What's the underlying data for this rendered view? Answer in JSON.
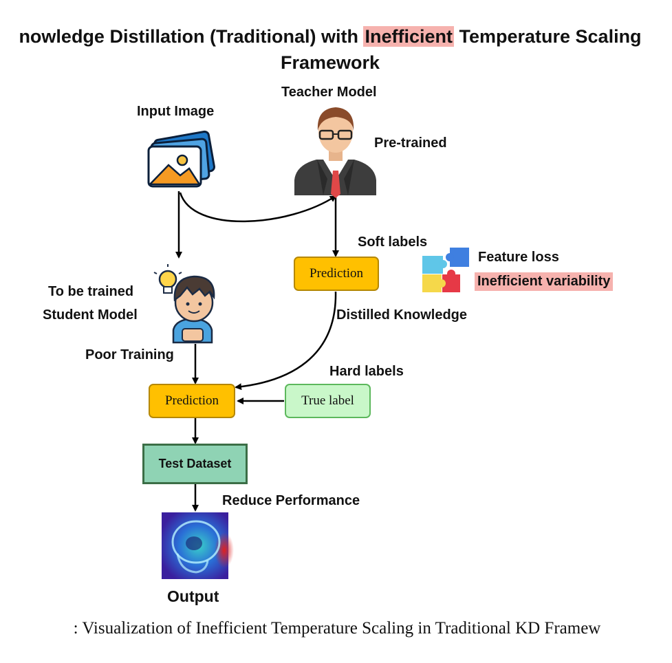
{
  "title": {
    "before": "nowledge Distillation (Traditional) with ",
    "highlight": "Inefficient",
    "after": " Temperature Scaling",
    "line2": "Framework"
  },
  "labels": {
    "input_image": "Input Image",
    "teacher_model": "Teacher Model",
    "pre_trained": "Pre-trained",
    "soft_labels": "Soft labels",
    "feature_loss": "Feature loss",
    "inefficient_variability": "Inefficient variability",
    "to_be_trained": "To be trained",
    "student_model": "Student Model",
    "distilled_knowledge": "Distilled Knowledge",
    "poor_training": "Poor Training",
    "hard_labels": "Hard labels",
    "reduce_performance": "Reduce Performance",
    "output": "Output"
  },
  "boxes": {
    "teacher_prediction": "Prediction",
    "student_prediction": "Prediction",
    "true_label": "True label",
    "test_dataset": "Test Dataset"
  },
  "caption": ": Visualization of Inefficient Temperature Scaling in Traditional KD Framew",
  "colors": {
    "highlight": "#f6b2ae",
    "prediction_fill": "#ffc000",
    "true_label_fill": "#c9f7c9",
    "test_dataset_fill": "#8fd3b4"
  },
  "icons": [
    "image-stack-icon",
    "teacher-avatar-icon",
    "student-avatar-icon",
    "lightbulb-icon",
    "puzzle-icon",
    "brain-heatmap-image"
  ]
}
